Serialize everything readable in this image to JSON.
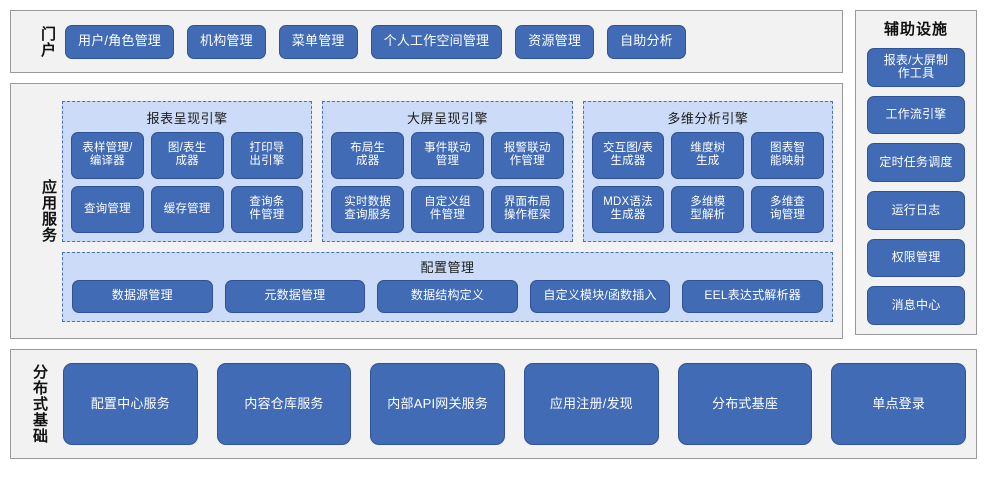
{
  "portal": {
    "label": "门户",
    "items": [
      {
        "label": "用户/角色管理"
      },
      {
        "label": "机构管理"
      },
      {
        "label": "菜单管理"
      },
      {
        "label": "个人工作空间管理"
      },
      {
        "label": "资源管理"
      },
      {
        "label": "自助分析"
      }
    ]
  },
  "aux": {
    "title": "辅助设施",
    "items": [
      {
        "label": "报表/大屏制\n作工具"
      },
      {
        "label": "工作流引擎"
      },
      {
        "label": "定时任务调度"
      },
      {
        "label": "运行日志"
      },
      {
        "label": "权限管理"
      },
      {
        "label": "消息中心"
      }
    ]
  },
  "app_services": {
    "label": "应用服务",
    "engines": [
      {
        "title": "报表呈现引擎",
        "items": [
          {
            "label": "表样管理/\n编译器"
          },
          {
            "label": "图/表生\n成器"
          },
          {
            "label": "打印导\n出引擎"
          },
          {
            "label": "查询管理"
          },
          {
            "label": "缓存管理"
          },
          {
            "label": "查询条\n件管理"
          }
        ]
      },
      {
        "title": "大屏呈现引擎",
        "items": [
          {
            "label": "布局生\n成器"
          },
          {
            "label": "事件联动\n管理"
          },
          {
            "label": "报警联动\n作管理"
          },
          {
            "label": "实时数据\n查询服务"
          },
          {
            "label": "自定义组\n件管理"
          },
          {
            "label": "界面布局\n操作框架"
          }
        ]
      },
      {
        "title": "多维分析引擎",
        "items": [
          {
            "label": "交互图/表\n生成器"
          },
          {
            "label": "维度树\n生成"
          },
          {
            "label": "图表智\n能映射"
          },
          {
            "label": "MDX语法\n生成器"
          },
          {
            "label": "多维模\n型解析"
          },
          {
            "label": "多维查\n询管理"
          }
        ]
      }
    ],
    "config": {
      "title": "配置管理",
      "items": [
        {
          "label": "数据源管理"
        },
        {
          "label": "元数据管理"
        },
        {
          "label": "数据结构定义"
        },
        {
          "label": "自定义模块/函数插入"
        },
        {
          "label": "EEL表达式解析器"
        }
      ]
    }
  },
  "distributed": {
    "label": "分布式基础",
    "items": [
      {
        "label": "配置中心服务"
      },
      {
        "label": "内容仓库服务"
      },
      {
        "label": "内部API网关服务"
      },
      {
        "label": "应用注册/发现"
      },
      {
        "label": "分布式基座"
      },
      {
        "label": "单点登录"
      }
    ]
  },
  "theme": {
    "button_fill": "#416bb5",
    "button_border": "#2f5294",
    "panel_fill": "#ccdcf8",
    "panel_border": "#4a6fc0",
    "frame_fill": "#f2f2f2",
    "frame_border": "#9a9a9a",
    "page_background": "#ffffff"
  }
}
